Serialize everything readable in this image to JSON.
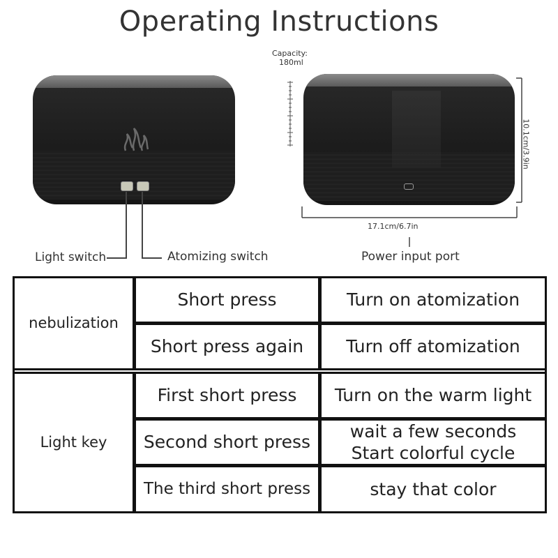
{
  "title": "Operating Instructions",
  "device_labels": {
    "capacity": "Capacity:",
    "capacity_value": "180ml",
    "height_dim": "10.1cm/3.9in",
    "width_dim": "17.1cm/6.7in",
    "light_switch": "Light switch",
    "atomizing_switch": "Atomizing switch",
    "power_port": "Power input port"
  },
  "table": {
    "groups": [
      {
        "name": "nebulization",
        "rows": [
          {
            "action": "Short press",
            "result": "Turn on atomization"
          },
          {
            "action": "Short press again",
            "result": "Turn off atomization"
          }
        ]
      },
      {
        "name": "Light key",
        "rows": [
          {
            "action": "First short press",
            "result": "Turn on the warm light"
          },
          {
            "action": "Second short press",
            "result": "wait a few seconds\nStart colorful cycle"
          },
          {
            "action": "The third short press",
            "result": "stay that color"
          }
        ]
      }
    ]
  }
}
